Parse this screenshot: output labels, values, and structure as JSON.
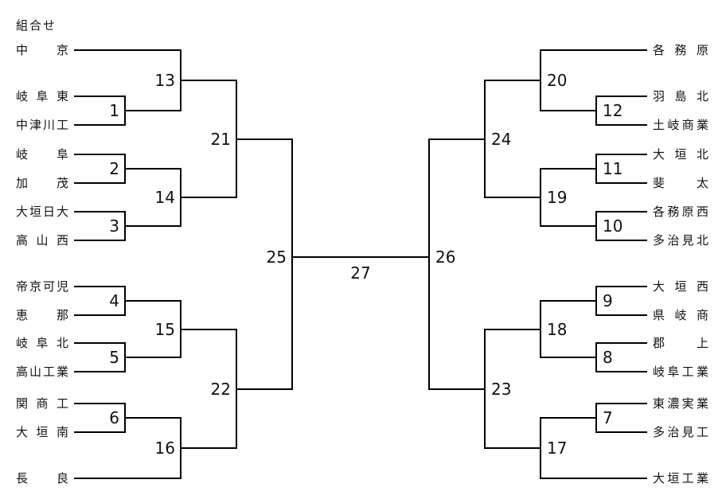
{
  "title": "組合せ",
  "teams": {
    "left": [
      "中京",
      "岐阜東",
      "中津川工",
      "岐阜",
      "加茂",
      "大垣日大",
      "高山西",
      "帝京可児",
      "恵那",
      "岐阜北",
      "高山工業",
      "関商工",
      "大垣南",
      "長良"
    ],
    "right": [
      "各務原",
      "羽島北",
      "土岐商業",
      "大垣北",
      "斐太",
      "各務原西",
      "多治見北",
      "大垣西",
      "県岐商",
      "郡上",
      "岐阜工業",
      "東濃実業",
      "多治見工",
      "大垣工業"
    ]
  },
  "matches": {
    "m1": "1",
    "m2": "2",
    "m3": "3",
    "m4": "4",
    "m5": "5",
    "m6": "6",
    "m7": "7",
    "m8": "8",
    "m9": "9",
    "m10": "10",
    "m11": "11",
    "m12": "12",
    "m13": "13",
    "m14": "14",
    "m15": "15",
    "m16": "16",
    "m17": "17",
    "m18": "18",
    "m19": "19",
    "m20": "20",
    "m21": "21",
    "m22": "22",
    "m23": "23",
    "m24": "24",
    "m25": "25",
    "m26": "26",
    "m27": "27"
  },
  "colors": {
    "line": "#000000",
    "text": "#111111",
    "background": "#ffffff"
  }
}
